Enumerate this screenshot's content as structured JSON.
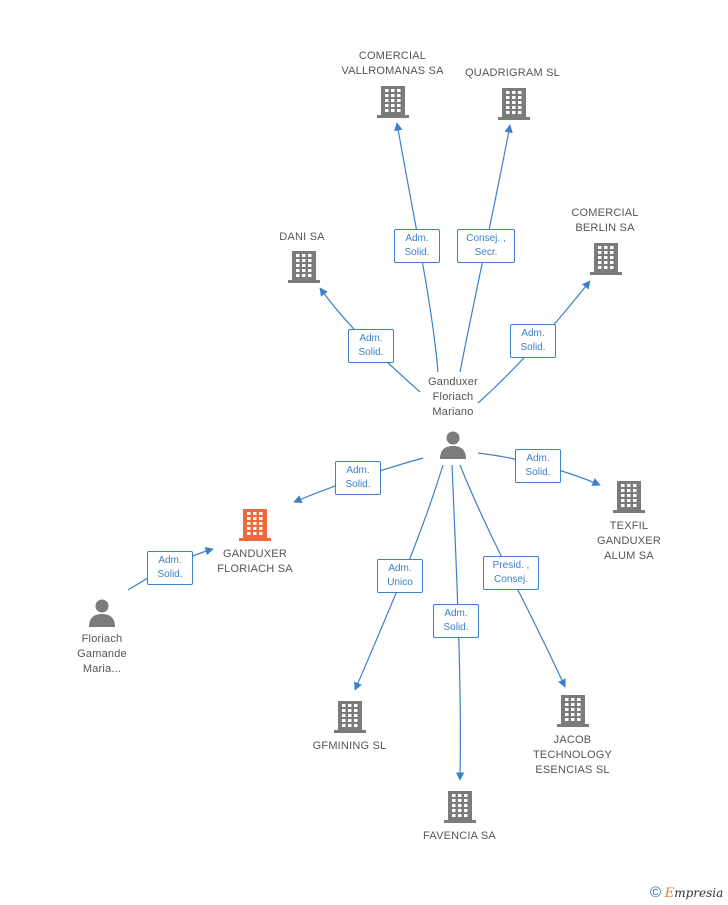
{
  "nodes": {
    "center": {
      "label": [
        "Ganduxer",
        "Floriach",
        "Mariano"
      ]
    },
    "vallromanas": {
      "label": [
        "COMERCIAL",
        "VALLROMANAS SA"
      ]
    },
    "quadrigram": {
      "label": [
        "QUADRIGRAM SL"
      ]
    },
    "dani": {
      "label": [
        "DANI SA"
      ]
    },
    "berlin": {
      "label": [
        "COMERCIAL",
        "BERLIN SA"
      ]
    },
    "ganduxer_floriach": {
      "label": [
        "GANDUXER",
        "FLORIACH SA"
      ]
    },
    "texfil": {
      "label": [
        "TEXFIL",
        "GANDUXER",
        "ALUM SA"
      ]
    },
    "floriach_gamande": {
      "label": [
        "Floriach",
        "Gamande",
        "Maria..."
      ]
    },
    "gfmining": {
      "label": [
        "GFMINING SL"
      ]
    },
    "favencia": {
      "label": [
        "FAVENCIA SA"
      ]
    },
    "jacob": {
      "label": [
        "JACOB",
        "TECHNOLOGY",
        "ESENCIAS SL"
      ]
    }
  },
  "edges": {
    "vallromanas": [
      "Adm.",
      "Solid."
    ],
    "quadrigram": [
      "Consej. ,",
      "Secr."
    ],
    "dani": [
      "Adm.",
      "Solid."
    ],
    "berlin": [
      "Adm.",
      "Solid."
    ],
    "ganduxer_floriach": [
      "Adm.",
      "Solid."
    ],
    "texfil": [
      "Adm.",
      "Solid."
    ],
    "floriach_gamande": [
      "Adm.",
      "Solid."
    ],
    "gfmining": [
      "Adm.",
      "Unico"
    ],
    "favencia": [
      "Adm.",
      "Solid."
    ],
    "jacob": [
      "Presid. ,",
      "Consej."
    ]
  },
  "colors": {
    "edge": "#3b80c9",
    "building": "#7b7b7b",
    "building_highlight": "#ef6a3a",
    "person": "#7b7b7b"
  },
  "brand": {
    "copyright": "©",
    "initial": "E",
    "rest": "mpresia"
  }
}
